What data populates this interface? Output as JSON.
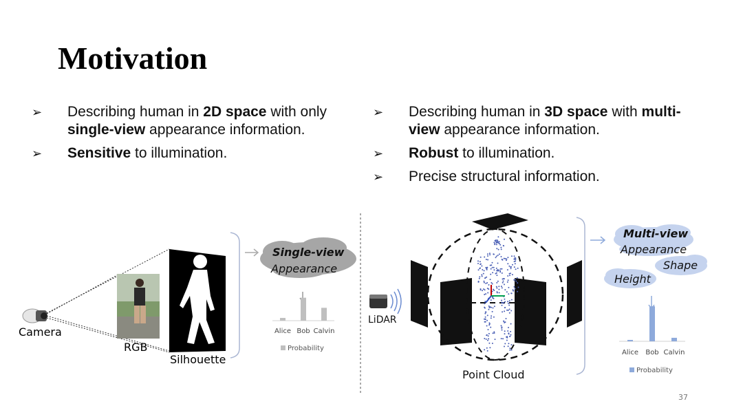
{
  "slide": {
    "title": "Motivation",
    "page_number": "37"
  },
  "left_bullets": [
    {
      "pre": "Describing human in ",
      "b1": "2D space",
      "mid": " with only ",
      "b2": "single-view",
      "post": " appearance information."
    },
    {
      "b1": "Sensitive",
      "post": " to illumination."
    }
  ],
  "right_bullets": [
    {
      "pre": "Describing human in ",
      "b1": "3D space",
      "mid": " with ",
      "b2": "multi-view",
      "post": " appearance information."
    },
    {
      "b1": "Robust",
      "post": " to illumination."
    },
    {
      "post": "Precise structural information."
    }
  ],
  "left_figure": {
    "camera_label": "Camera",
    "rgb_label": "RGB",
    "silhouette_label": "Silhouette",
    "cloud_line1": "Single-view",
    "cloud_line2": "Appearance",
    "legend": "Probability"
  },
  "right_figure": {
    "lidar_label": "LiDAR",
    "pointcloud_label": "Point Cloud",
    "cloud_multiview": "Multi-view",
    "cloud_appearance": "Appearance",
    "cloud_shape": "Shape",
    "cloud_height": "Height",
    "legend": "Probability"
  },
  "chart_data": [
    {
      "type": "bar",
      "categories": [
        "Alice",
        "Bob",
        "Calvin"
      ],
      "values": [
        0.03,
        0.25,
        0.14
      ],
      "series": [
        {
          "name": "Probability",
          "values": [
            0.03,
            0.25,
            0.14
          ]
        }
      ],
      "color": "#bfbfbf"
    },
    {
      "type": "bar",
      "categories": [
        "Alice",
        "Bob",
        "Calvin"
      ],
      "values": [
        0.02,
        0.5,
        0.05
      ],
      "series": [
        {
          "name": "Probability",
          "values": [
            0.02,
            0.5,
            0.05
          ]
        }
      ],
      "color": "#8eaadb"
    }
  ],
  "colors": {
    "cloud_gray": "#a6a6a6",
    "cloud_blue": "#c5d3ee",
    "arrow_blue": "#8eaadb",
    "points": "#4a5fb5"
  }
}
